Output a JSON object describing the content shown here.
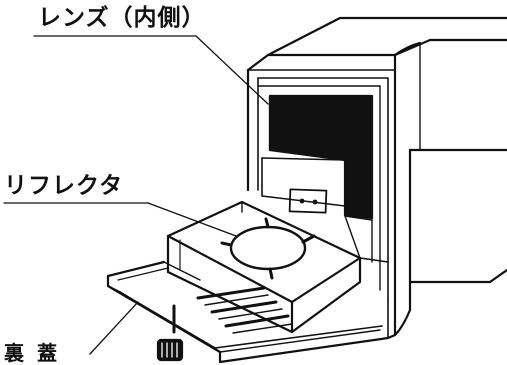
{
  "labels": {
    "lens": "レンズ（内側）",
    "reflector": "リフレクタ",
    "back_cover": "裏 蓋"
  },
  "colors": {
    "ink": "#111111",
    "paper": "#ffffff"
  }
}
